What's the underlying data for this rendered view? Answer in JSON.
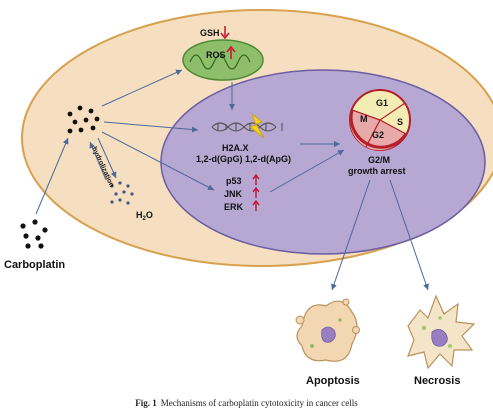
{
  "colors": {
    "cell_fill": "#F5DFC0",
    "cell_stroke": "#D7A14E",
    "nucleus_fill": "#B7A7D3",
    "nucleus_stroke": "#6B5EA1",
    "mito_fill": "#8FBE6B",
    "arrow": "#4A6A9A",
    "up_arrow": "#C8102E",
    "down_arrow": "#C8102E",
    "cycle_fill": "#F3EDB5",
    "cycle_red": "#E8A9A9",
    "cycle_stroke": "#B51F2A",
    "lightning": "#F2D11F",
    "dna": "#555555",
    "apoptosis_fill": "#F3D7B2",
    "apoptosis_nucleus": "#9A7EC2",
    "necrosis_fill": "#F5E5C8",
    "necrosis_nucleus": "#9A7EC2",
    "necrosis_spots": "#A6C777"
  },
  "labels": {
    "gsh": "GSH",
    "ros": "ROS",
    "h2ax": "H2A.X",
    "adducts": "1,2-d(GpG) 1,2-d(ApG)",
    "p53": "p53",
    "jnk": "JNK",
    "erk": "ERK",
    "hydrolization": "hydrolization",
    "h2o": "H",
    "h2o_sub": "2",
    "h2o_tail": "O",
    "carboplatin": "Carboplatin",
    "g2m_line1": "G2/M",
    "g2m_line2": "growth arrest",
    "apoptosis": "Apoptosis",
    "necrosis": "Necrosis",
    "cycle_g1": "G1",
    "cycle_s": "S",
    "cycle_g2": "G2",
    "cycle_m": "M"
  },
  "caption": {
    "label": "Fig. 1",
    "text": "Mechanisms of carboplatin cytotoxicity in cancer cells"
  },
  "icons": [
    "down-arrow-icon",
    "up-arrow-icon",
    "lightning-icon",
    "dna-helix-icon",
    "mitochondrion-icon",
    "cell-cycle-icon"
  ]
}
